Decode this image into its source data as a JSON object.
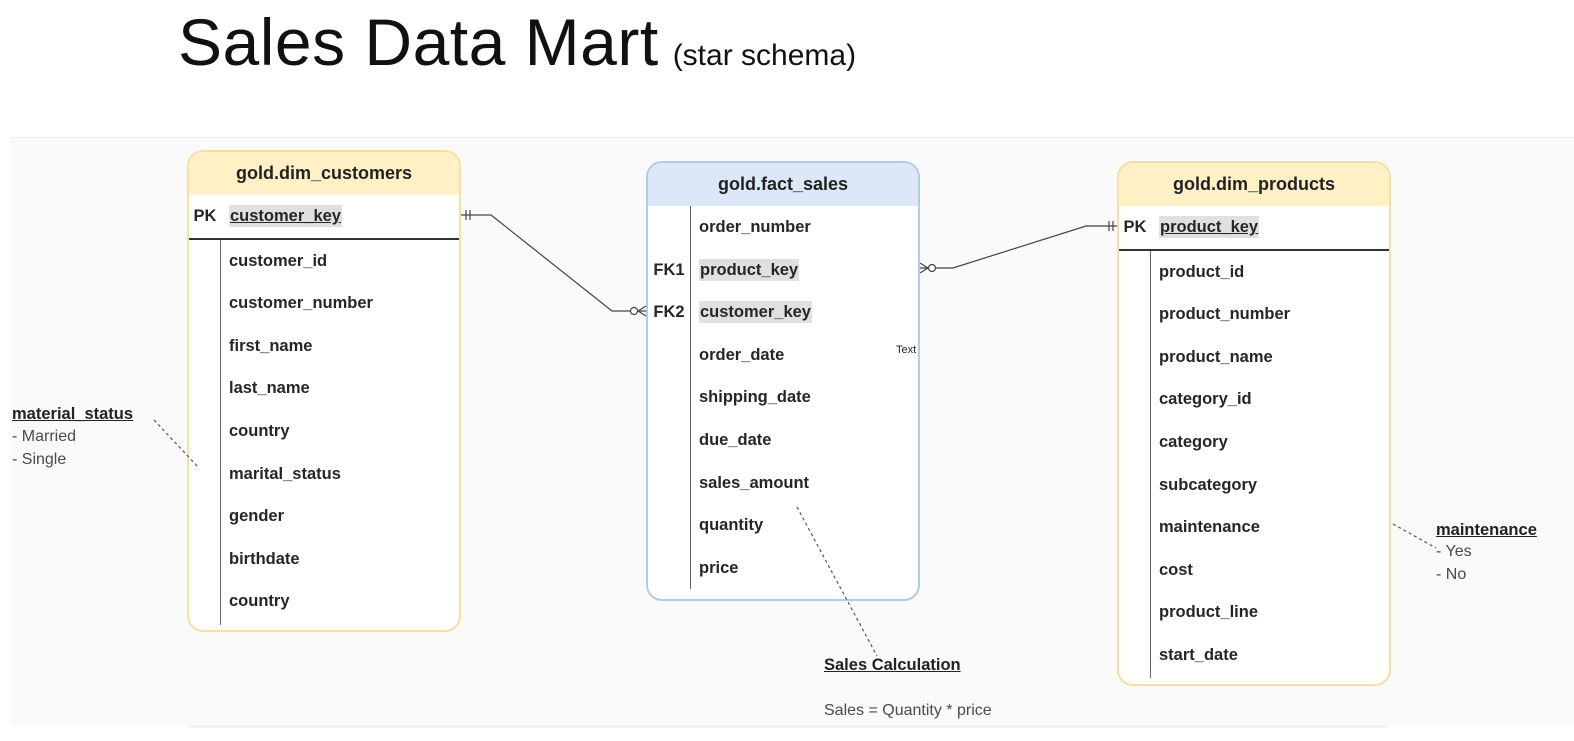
{
  "title": {
    "main": "Sales Data Mart",
    "sub": "(star schema)"
  },
  "customers": {
    "name": "gold.dim_customers",
    "pk_label": "PK",
    "pk_column": "customer_key",
    "columns": [
      "customer_id",
      "customer_number",
      "first_name",
      "last_name",
      "country",
      "marital_status",
      "gender",
      "birthdate",
      "country"
    ]
  },
  "fact": {
    "name": "gold.fact_sales",
    "rows": [
      {
        "key": "",
        "col": "order_number"
      },
      {
        "key": "FK1",
        "col": "product_key"
      },
      {
        "key": "FK2",
        "col": "customer_key"
      },
      {
        "key": "",
        "col": "order_date"
      },
      {
        "key": "",
        "col": "shipping_date"
      },
      {
        "key": "",
        "col": "due_date"
      },
      {
        "key": "",
        "col": "sales_amount"
      },
      {
        "key": "",
        "col": "quantity"
      },
      {
        "key": "",
        "col": "price"
      }
    ],
    "floating_text": "Text"
  },
  "products": {
    "name": "gold.dim_products",
    "pk_label": "PK",
    "pk_column": "product_key",
    "columns": [
      "product_id",
      "product_number",
      "product_name",
      "category_id",
      "category",
      "subcategory",
      "maintenance",
      "cost",
      "product_line",
      "start_date"
    ]
  },
  "notes": {
    "marital": {
      "title": "material_status",
      "lines": [
        "- Married",
        "- Single"
      ]
    },
    "maintenance": {
      "title": "maintenance",
      "lines": [
        "- Yes",
        "-  No"
      ]
    },
    "sales": {
      "title": "Sales Calculation",
      "formula": "Sales = Quantity * price"
    }
  },
  "colors": {
    "dim_header": "#fff0c6",
    "dim_border": "#f6dfa6",
    "fact_header": "#dce8f8",
    "fact_border": "#b3cbe8"
  }
}
